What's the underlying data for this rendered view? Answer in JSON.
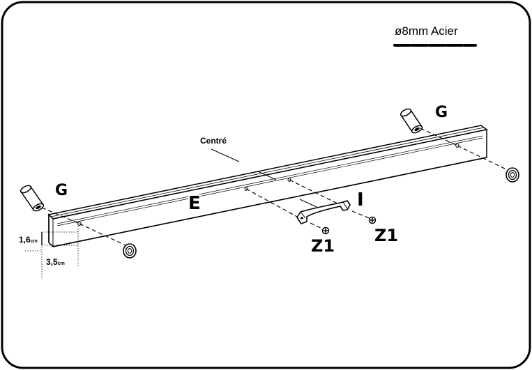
{
  "drill_spec": {
    "text": "ø8mm Acier"
  },
  "labels": {
    "centre": "Centré",
    "rail": "E",
    "handle": "I",
    "cap_left": "G",
    "cap_right": "G",
    "screw_left": "Z1",
    "screw_right": "Z1"
  },
  "dimensions": {
    "height": {
      "value": "1,6",
      "unit": "cm"
    },
    "offset": {
      "value": "3,5",
      "unit": "cm"
    }
  }
}
